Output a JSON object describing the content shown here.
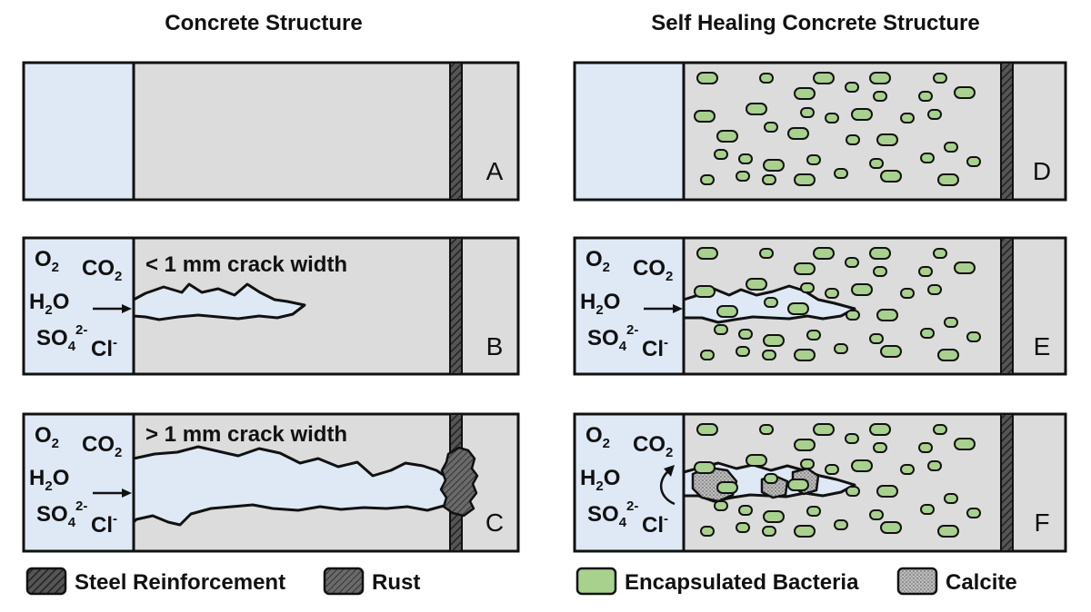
{
  "titles": {
    "left": "Concrete Structure",
    "right": "Self Healing Concrete Structure"
  },
  "panels": {
    "A": {
      "letter": "A"
    },
    "B": {
      "letter": "B",
      "crack_label": "< 1 mm crack width"
    },
    "C": {
      "letter": "C",
      "crack_label": "> 1 mm crack width"
    },
    "D": {
      "letter": "D"
    },
    "E": {
      "letter": "E"
    },
    "F": {
      "letter": "F"
    }
  },
  "chemicals": {
    "o2": {
      "main": "O",
      "sub": "2"
    },
    "co2": {
      "main": "CO",
      "sub": "2"
    },
    "h2o": {
      "main": "H",
      "sub": "2",
      "tail": "O"
    },
    "so4": {
      "main": "SO",
      "sub": "4",
      "sup": "2-"
    },
    "cl": {
      "main": "Cl",
      "sup": "-"
    }
  },
  "legend": {
    "steel": "Steel Reinforcement",
    "rust": "Rust",
    "bacteria": "Encapsulated Bacteria",
    "calcite": "Calcite"
  },
  "colors": {
    "water": "#dfe9f6",
    "concrete": "#dcdcdc",
    "bacteria": "#a9d18e",
    "outline": "#111111"
  }
}
